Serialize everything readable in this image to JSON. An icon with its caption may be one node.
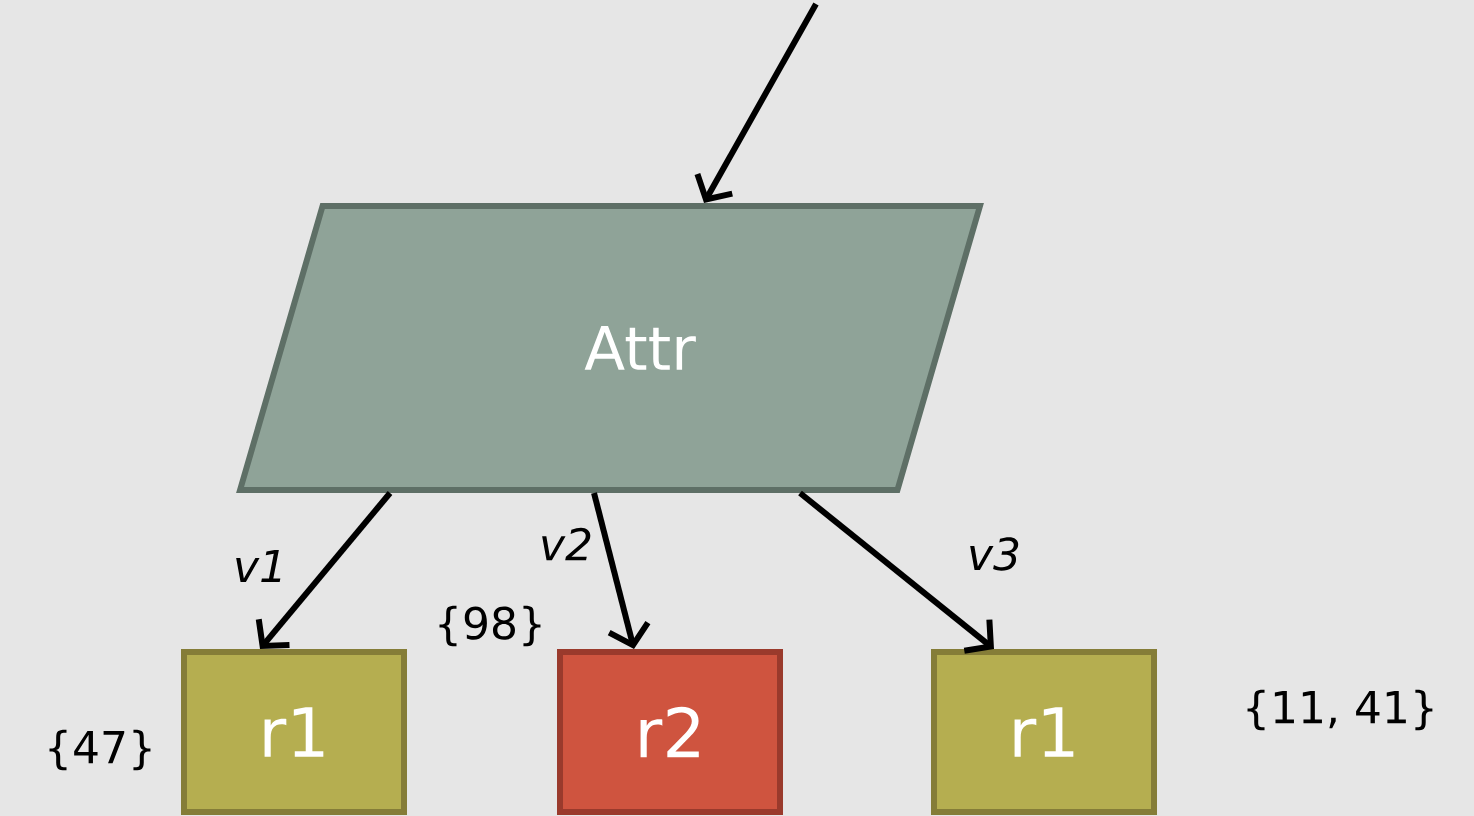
{
  "diagram": {
    "nodes": [
      {
        "text": [
          "Attr"
        ]
      },
      {
        "text": [
          "r1"
        ],
        "beside": [
          "{47}"
        ]
      },
      {
        "text": [
          "r2"
        ],
        "beside": [
          "{98}"
        ]
      },
      {
        "text": [
          "r1"
        ],
        "beside": [
          "{11, 41}"
        ]
      }
    ],
    "edges": [
      {
        "from": null,
        "to": 0,
        "arrow": "to"
      },
      {
        "from": 0,
        "to": 1,
        "arrow": "to",
        "label": "v1"
      },
      {
        "from": 0,
        "to": 2,
        "arrow": "to",
        "label": "v2"
      },
      {
        "from": 0,
        "to": 3,
        "arrow": "to",
        "label": "v3"
      }
    ]
  }
}
